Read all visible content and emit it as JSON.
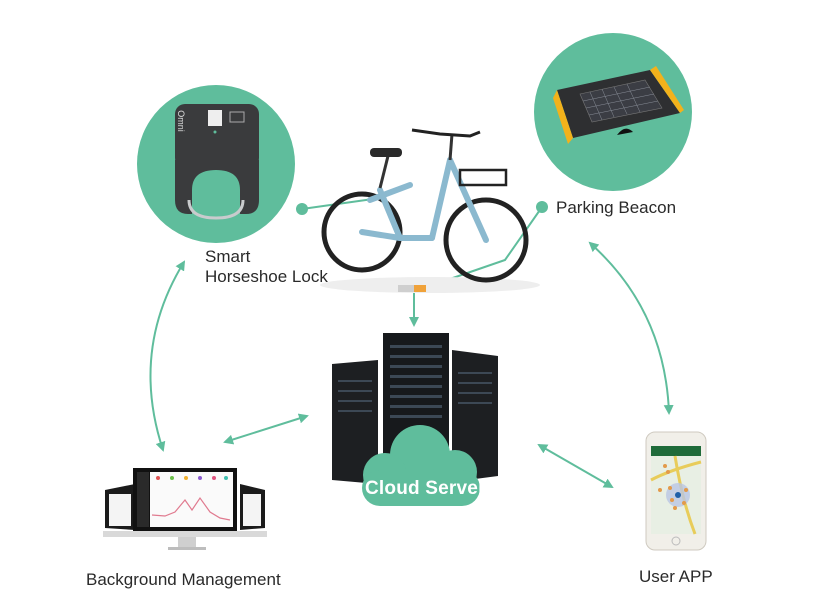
{
  "diagram": {
    "accent_color": "#5fbd9c",
    "nodes": {
      "lock": {
        "label_line1": "Smart",
        "label_line2": "Horseshoe Lock",
        "brand_text": "Omni"
      },
      "beacon": {
        "label": "Parking Beacon"
      },
      "bike": {
        "label": ""
      },
      "cloud": {
        "label": "Cloud Server"
      },
      "management": {
        "label": "Background Management"
      },
      "app": {
        "label": "User APP"
      }
    },
    "connections": [
      {
        "from": "Smart Horseshoe Lock",
        "to": "Bike",
        "type": "line"
      },
      {
        "from": "Parking Beacon",
        "to": "Bike beacon",
        "type": "line"
      },
      {
        "from": "Bike beacon",
        "to": "Cloud Server",
        "type": "arrow"
      },
      {
        "from": "Smart Horseshoe Lock",
        "to": "Background Management",
        "type": "double-arrow"
      },
      {
        "from": "Background Management",
        "to": "Cloud Server",
        "type": "double-arrow"
      },
      {
        "from": "Parking Beacon",
        "to": "User APP",
        "type": "double-arrow"
      },
      {
        "from": "Cloud Server",
        "to": "User APP",
        "type": "double-arrow"
      }
    ]
  }
}
